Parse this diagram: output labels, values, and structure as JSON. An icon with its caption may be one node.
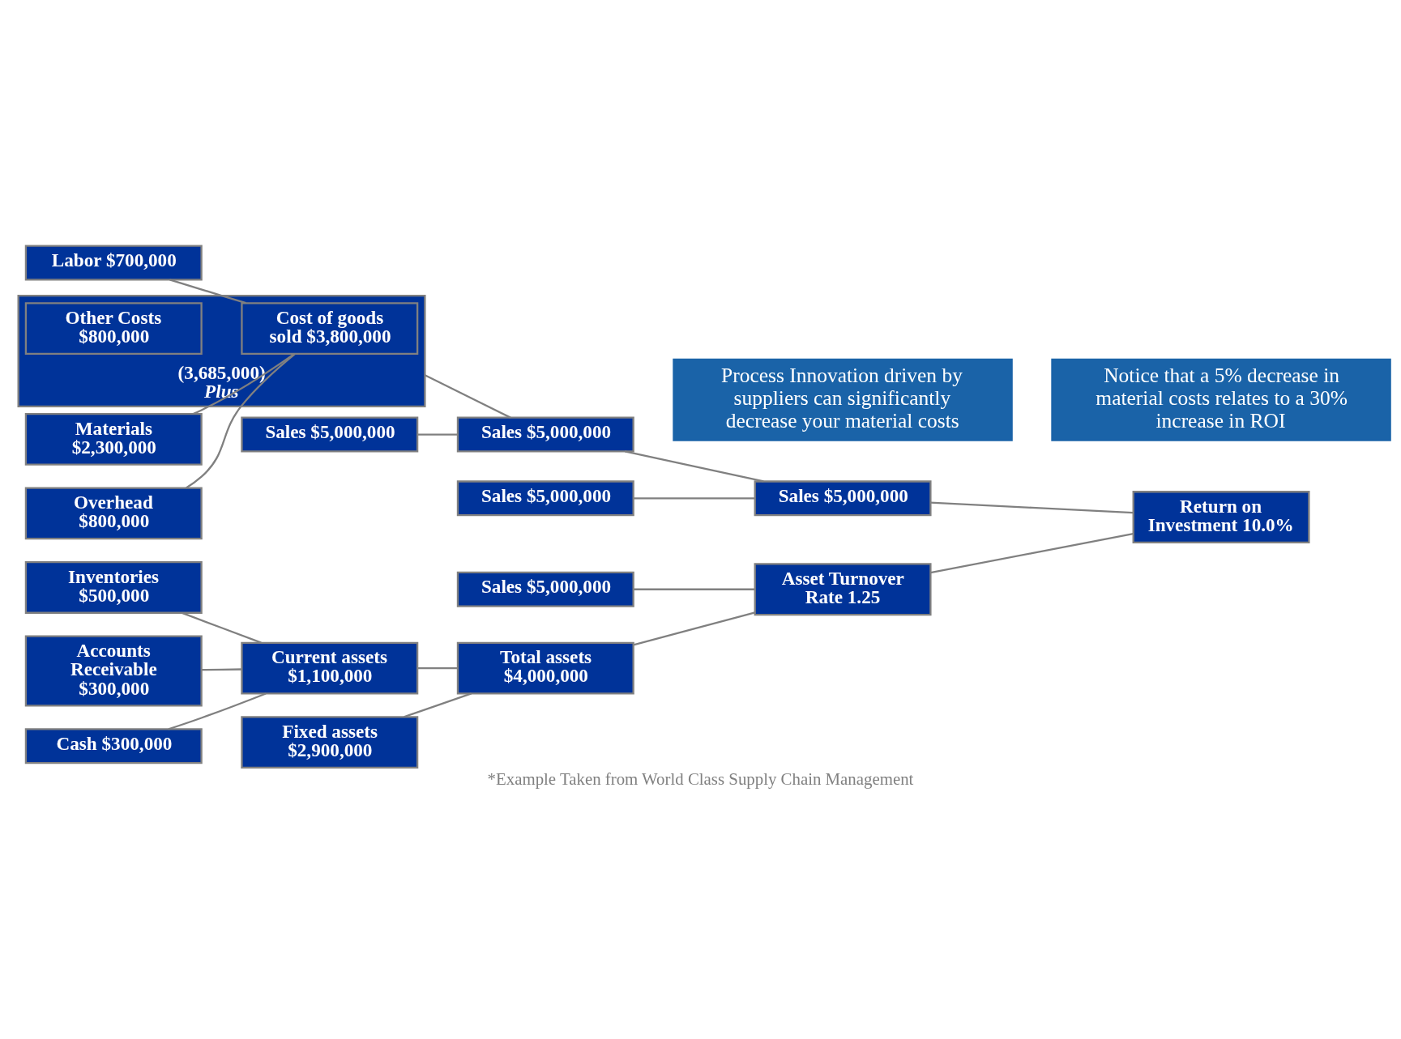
{
  "diagram": {
    "caption": "*Example Taken from World Class Supply Chain Management",
    "nodes": [
      {
        "text": [
          "Labor $700,000"
        ]
      },
      {
        "text": [
          "Materials $2,300,000"
        ]
      },
      {
        "text": [
          "Overhead $800,000"
        ]
      },
      {
        "text": [
          "Sales $5,000,000"
        ]
      },
      {
        "text": [
          "(3,685,000)",
          "Plus"
        ]
      },
      {
        "text": [
          "Cost of goods sold $3,800,000"
        ],
        "in": 4
      },
      {
        "text": [
          "Other Costs $800,000"
        ],
        "in": 4
      },
      {
        "text": [
          "Sales $5,000,000"
        ]
      },
      {
        "text": [
          "Sales $5,000,000"
        ]
      },
      {
        "text": [
          "Sales $5,000,000"
        ]
      },
      {
        "text": [
          "Return on Investment 10.0%"
        ]
      },
      {
        "text": [
          "Inventories $500,000"
        ]
      },
      {
        "text": [
          "Accounts Receivable $300,000"
        ]
      },
      {
        "text": [
          "Cash $300,000"
        ]
      },
      {
        "text": [
          "Current assets $1,100,000"
        ]
      },
      {
        "text": [
          "Fixed assets $2,900,000"
        ]
      },
      {
        "text": [
          "Sales $5,000,000"
        ]
      },
      {
        "text": [
          "Total assets $4,000,000"
        ]
      },
      {
        "text": [
          "Asset Turnover Rate 1.25"
        ]
      },
      {
        "text": [
          "Process Innovation driven by suppliers can significantly decrease your material costs"
        ]
      },
      {
        "text": [
          "Notice that a 5% decrease in material costs relates to a 30% increase in ROI"
        ]
      }
    ],
    "edges": [
      {
        "from": 0,
        "to": 5,
        "arrow": "none"
      },
      {
        "from": 1,
        "to": 5,
        "arrow": "none"
      },
      {
        "from": 2,
        "to": 5,
        "arrow": "none"
      },
      {
        "from": 3,
        "to": 7,
        "arrow": "none"
      },
      {
        "from": 4,
        "to": 7,
        "arrow": "none"
      },
      {
        "from": 7,
        "to": 9,
        "arrow": "none"
      },
      {
        "from": 8,
        "to": 9,
        "arrow": "none"
      },
      {
        "from": 9,
        "to": 10,
        "arrow": "none"
      },
      {
        "from": 11,
        "to": 14,
        "arrow": "none"
      },
      {
        "from": 12,
        "to": 14,
        "arrow": "none"
      },
      {
        "from": 13,
        "to": 14,
        "arrow": "none"
      },
      {
        "from": 14,
        "to": 17,
        "arrow": "none"
      },
      {
        "from": 15,
        "to": 17,
        "arrow": "none"
      },
      {
        "from": 16,
        "to": 18,
        "arrow": "none"
      },
      {
        "from": 17,
        "to": 18,
        "arrow": "none"
      },
      {
        "from": 18,
        "to": 10,
        "arrow": "none"
      }
    ]
  }
}
